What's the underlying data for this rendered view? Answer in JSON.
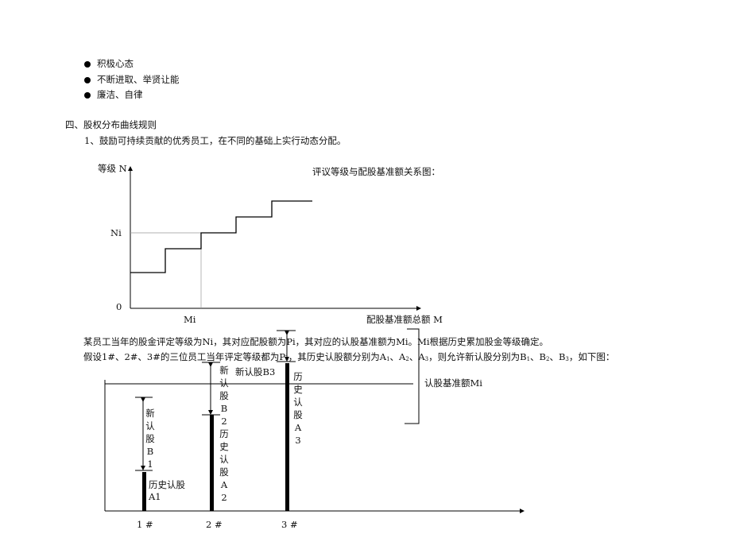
{
  "bullets": [
    "积极心态",
    "不断进取、举贤让能",
    "廉洁、自律"
  ],
  "section_heading": "四、股权分布曲线规则",
  "paragraph1": "1、鼓励可持续贡献的优秀员工，在不同的基础上实行动态分配。",
  "chart1": {
    "title": "评议等级与配股基准额关系图：",
    "y_label": "等级 N",
    "x_label": "配股基准额总额 M",
    "y_tick_ni": "Ni",
    "origin": "0",
    "x_tick_mi": "Mi"
  },
  "paragraph2": "某员工当年的股金评定等级为Ni，其对应配股额为Pi，其对应的认股基准额为Mi。Mi根据历史累加股金等级确定。",
  "paragraph3_a": "假设1#、2#、3#的三位员工当年评定等级都为Pi，其历史认股额分别为A",
  "paragraph3_b": "，则允许新认股分别为B",
  "paragraph3_c": "，如下图：",
  "sub": [
    "1",
    "2",
    "3"
  ],
  "chart2": {
    "baseline_label": "认股基准额Mi",
    "employees": [
      {
        "label": "1 #",
        "hist": "历史认股",
        "hist_code": "A1",
        "new": "新认股",
        "new_code": "B1"
      },
      {
        "label": "2 #",
        "hist": "历史认股",
        "hist_code": "A2",
        "new": "新认股",
        "new_code": "B2"
      },
      {
        "label": "3 #",
        "hist": "历史认股",
        "hist_code": "A3",
        "new": "新认股B3"
      }
    ]
  }
}
